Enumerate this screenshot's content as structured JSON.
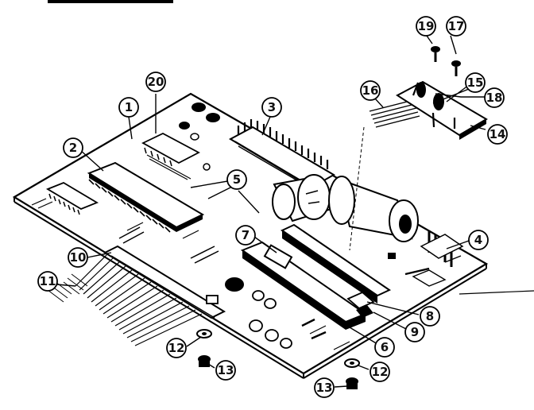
{
  "diagram": {
    "callouts": [
      {
        "id": "c1",
        "label": "1"
      },
      {
        "id": "c2",
        "label": "2"
      },
      {
        "id": "c3",
        "label": "3"
      },
      {
        "id": "c4",
        "label": "4"
      },
      {
        "id": "c5",
        "label": "5"
      },
      {
        "id": "c6",
        "label": "6"
      },
      {
        "id": "c7",
        "label": "7"
      },
      {
        "id": "c8",
        "label": "8"
      },
      {
        "id": "c9",
        "label": "9"
      },
      {
        "id": "c10",
        "label": "10"
      },
      {
        "id": "c11",
        "label": "11"
      },
      {
        "id": "c12a",
        "label": "12"
      },
      {
        "id": "c12b",
        "label": "12"
      },
      {
        "id": "c13a",
        "label": "13"
      },
      {
        "id": "c13b",
        "label": "13"
      },
      {
        "id": "c14",
        "label": "14"
      },
      {
        "id": "c15",
        "label": "15"
      },
      {
        "id": "c16",
        "label": "16"
      },
      {
        "id": "c17",
        "label": "17"
      },
      {
        "id": "c18",
        "label": "18"
      },
      {
        "id": "c19",
        "label": "19"
      },
      {
        "id": "c20",
        "label": "20"
      }
    ]
  }
}
